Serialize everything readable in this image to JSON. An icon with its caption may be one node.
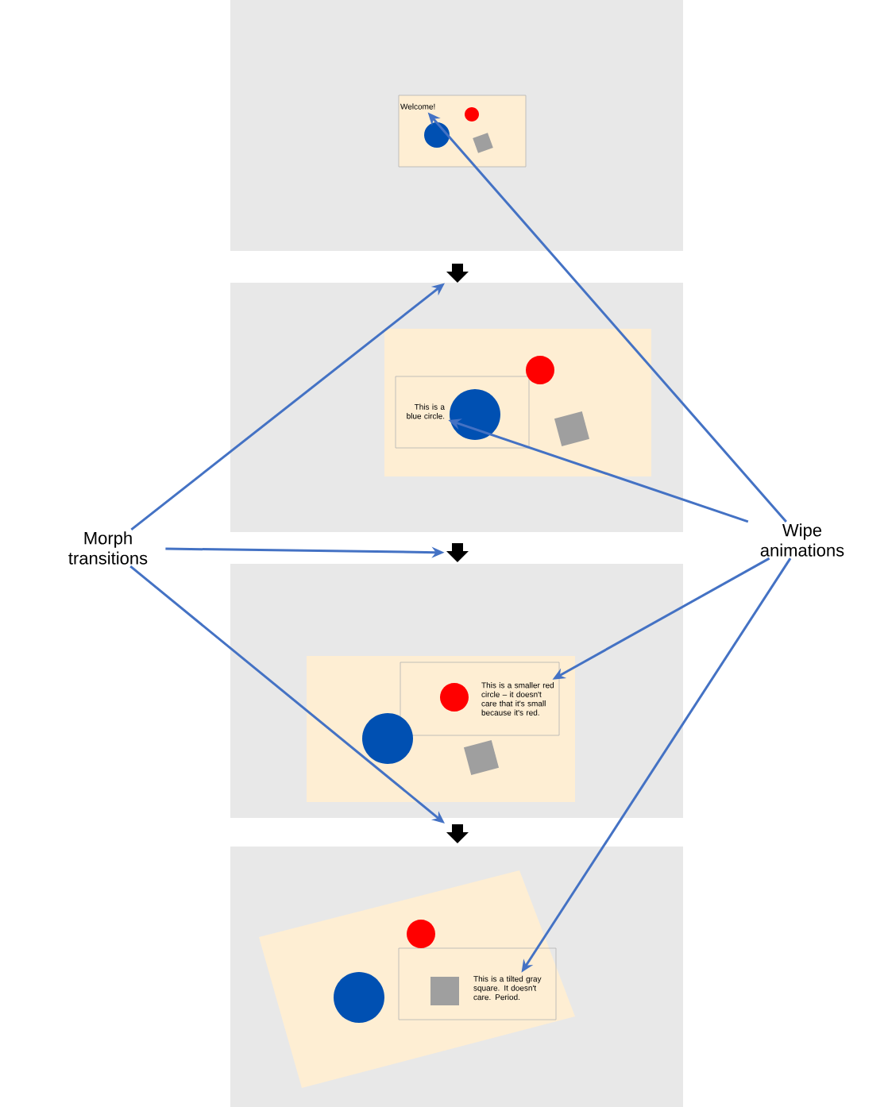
{
  "diagram": {
    "nodes": [
      {
        "text": [
          "Morph transitions"
        ]
      },
      {
        "text": [
          "Wipe animations"
        ]
      },
      {
        "text": [
          "Welcome!"
        ]
      },
      {
        "text": [
          "This is a blue circle."
        ]
      },
      {
        "text": [
          "This is a smaller red circle – it doesn't care that it's small because it's red."
        ]
      },
      {
        "text": [
          "This is a tilted gray square. It doesn't care. Period."
        ]
      },
      {
        "text": [],
        "shape": "arrow"
      },
      {
        "text": [],
        "shape": "arrow"
      },
      {
        "text": [],
        "shape": "arrow"
      }
    ],
    "edges": [
      {
        "from": 0,
        "to": 6,
        "arrow": "to"
      },
      {
        "from": 0,
        "to": 7,
        "arrow": "to"
      },
      {
        "from": 0,
        "to": 8,
        "arrow": "to"
      },
      {
        "from": 1,
        "to": 2,
        "arrow": "to"
      },
      {
        "from": 1,
        "to": 3,
        "arrow": "to"
      },
      {
        "from": 1,
        "to": 4,
        "arrow": "to"
      },
      {
        "from": 1,
        "to": 5,
        "arrow": "to"
      }
    ]
  }
}
